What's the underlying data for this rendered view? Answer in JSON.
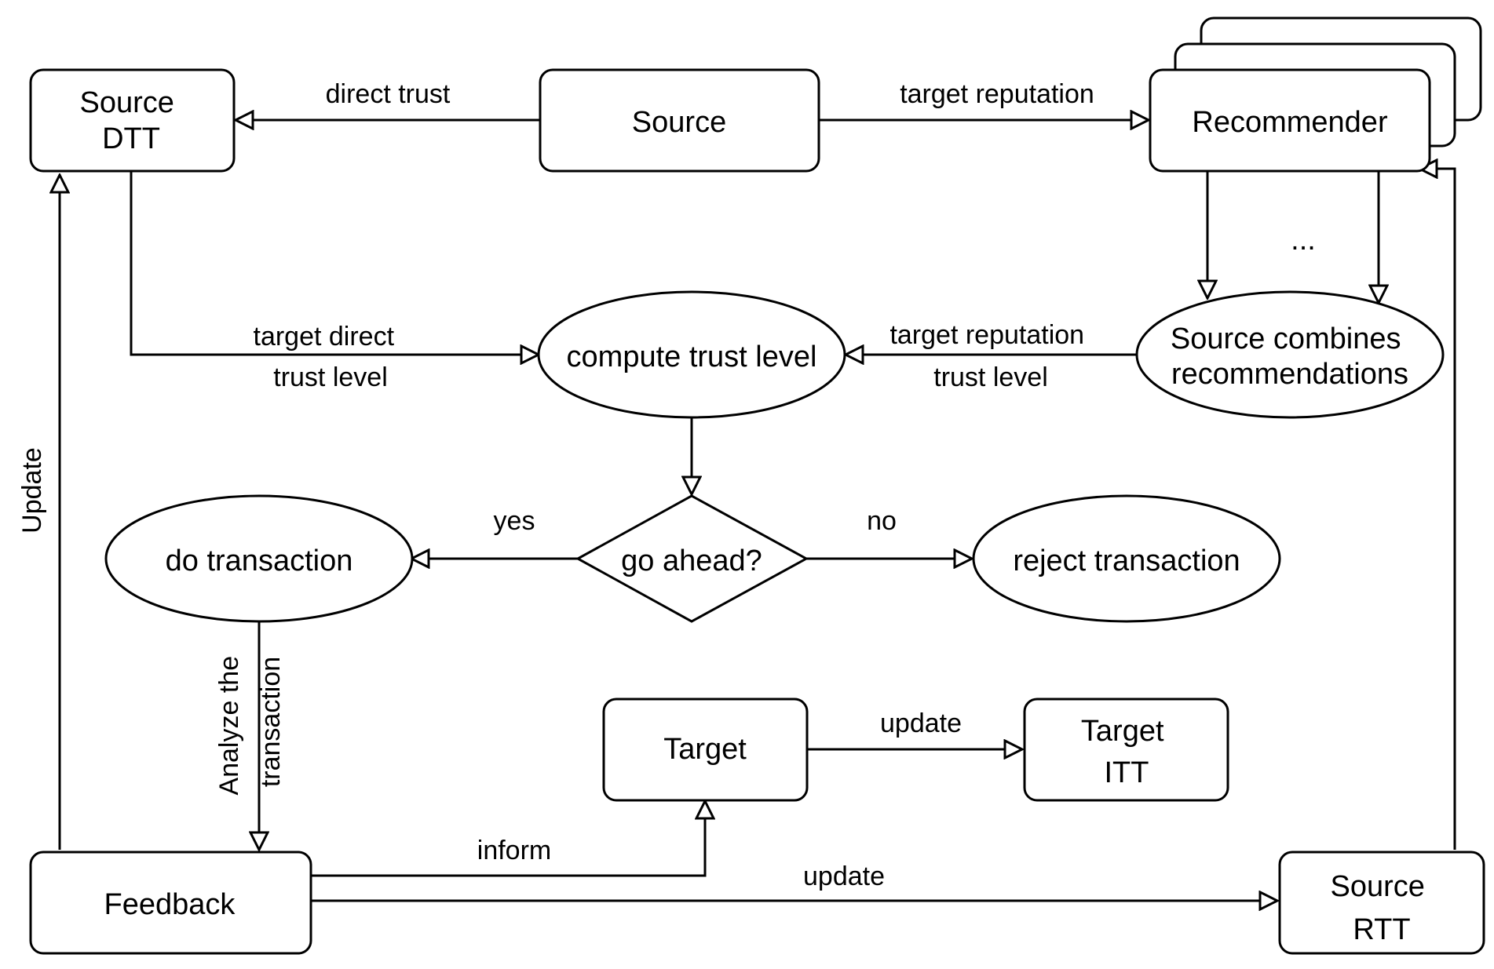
{
  "nodes": {
    "source_dtt": {
      "lines": [
        "Source",
        "DTT"
      ]
    },
    "source": {
      "lines": [
        "Source"
      ]
    },
    "recommender": {
      "lines": [
        "Recommender"
      ]
    },
    "compute_trust": {
      "lines": [
        "compute trust level"
      ]
    },
    "source_combines": {
      "lines": [
        "Source combines",
        "recommendations"
      ]
    },
    "go_ahead": {
      "lines": [
        "go ahead?"
      ]
    },
    "do_transaction": {
      "lines": [
        "do transaction"
      ]
    },
    "reject_transaction": {
      "lines": [
        "reject transaction"
      ]
    },
    "target": {
      "lines": [
        "Target"
      ]
    },
    "target_itt": {
      "lines": [
        "Target",
        "ITT"
      ]
    },
    "feedback": {
      "lines": [
        "Feedback"
      ]
    },
    "source_rtt": {
      "lines": [
        "Source",
        "RTT"
      ]
    }
  },
  "edges": {
    "direct_trust": "direct trust",
    "target_reputation": "target reputation",
    "target_direct_trust_level": [
      "target direct",
      "trust level"
    ],
    "target_reputation_trust_level": [
      "target reputation",
      "trust level"
    ],
    "recommender_ellipsis": "...",
    "yes": "yes",
    "no": "no",
    "analyze_transaction": [
      "Analyze the",
      "transaction"
    ],
    "update_itt": "update",
    "inform": "inform",
    "update_rtt": "update",
    "update_dtt": "Update"
  }
}
